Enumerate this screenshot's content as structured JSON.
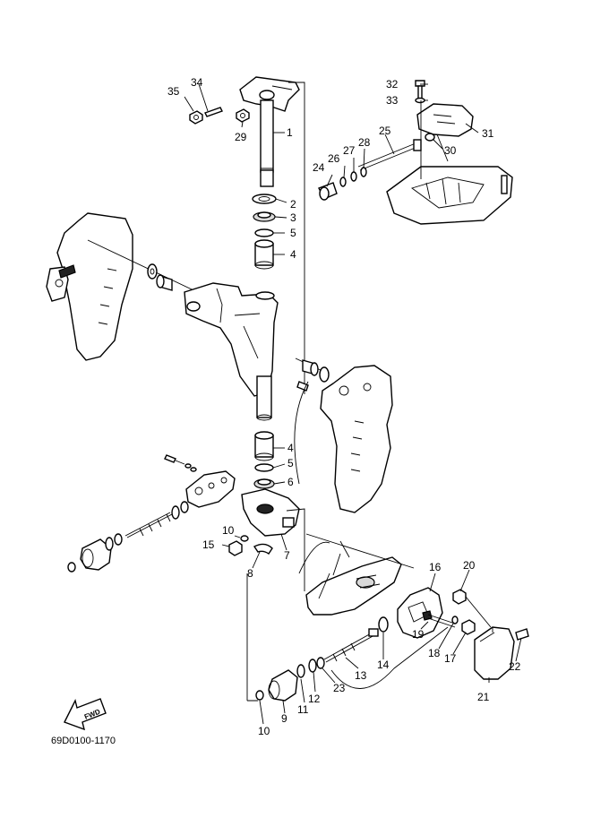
{
  "diagram_code": "69D0100-1170",
  "fwd_label": "FWD",
  "callouts": {
    "c1": "1",
    "c2": "2",
    "c3": "3",
    "c4a": "4",
    "c4b": "4",
    "c5a": "5",
    "c5b": "5",
    "c6": "6",
    "c7": "7",
    "c8": "8",
    "c9": "9",
    "c10a": "10",
    "c10b": "10",
    "c11": "11",
    "c12": "12",
    "c13": "13",
    "c14": "14",
    "c15": "15",
    "c16": "16",
    "c17": "17",
    "c18": "18",
    "c19": "19",
    "c20": "20",
    "c21": "21",
    "c22": "22",
    "c23": "23",
    "c24": "24",
    "c25": "25",
    "c26": "26",
    "c27": "27",
    "c28": "28",
    "c29": "29",
    "c30": "30",
    "c31": "31",
    "c32": "32",
    "c33": "33",
    "c34": "34",
    "c35": "35"
  }
}
